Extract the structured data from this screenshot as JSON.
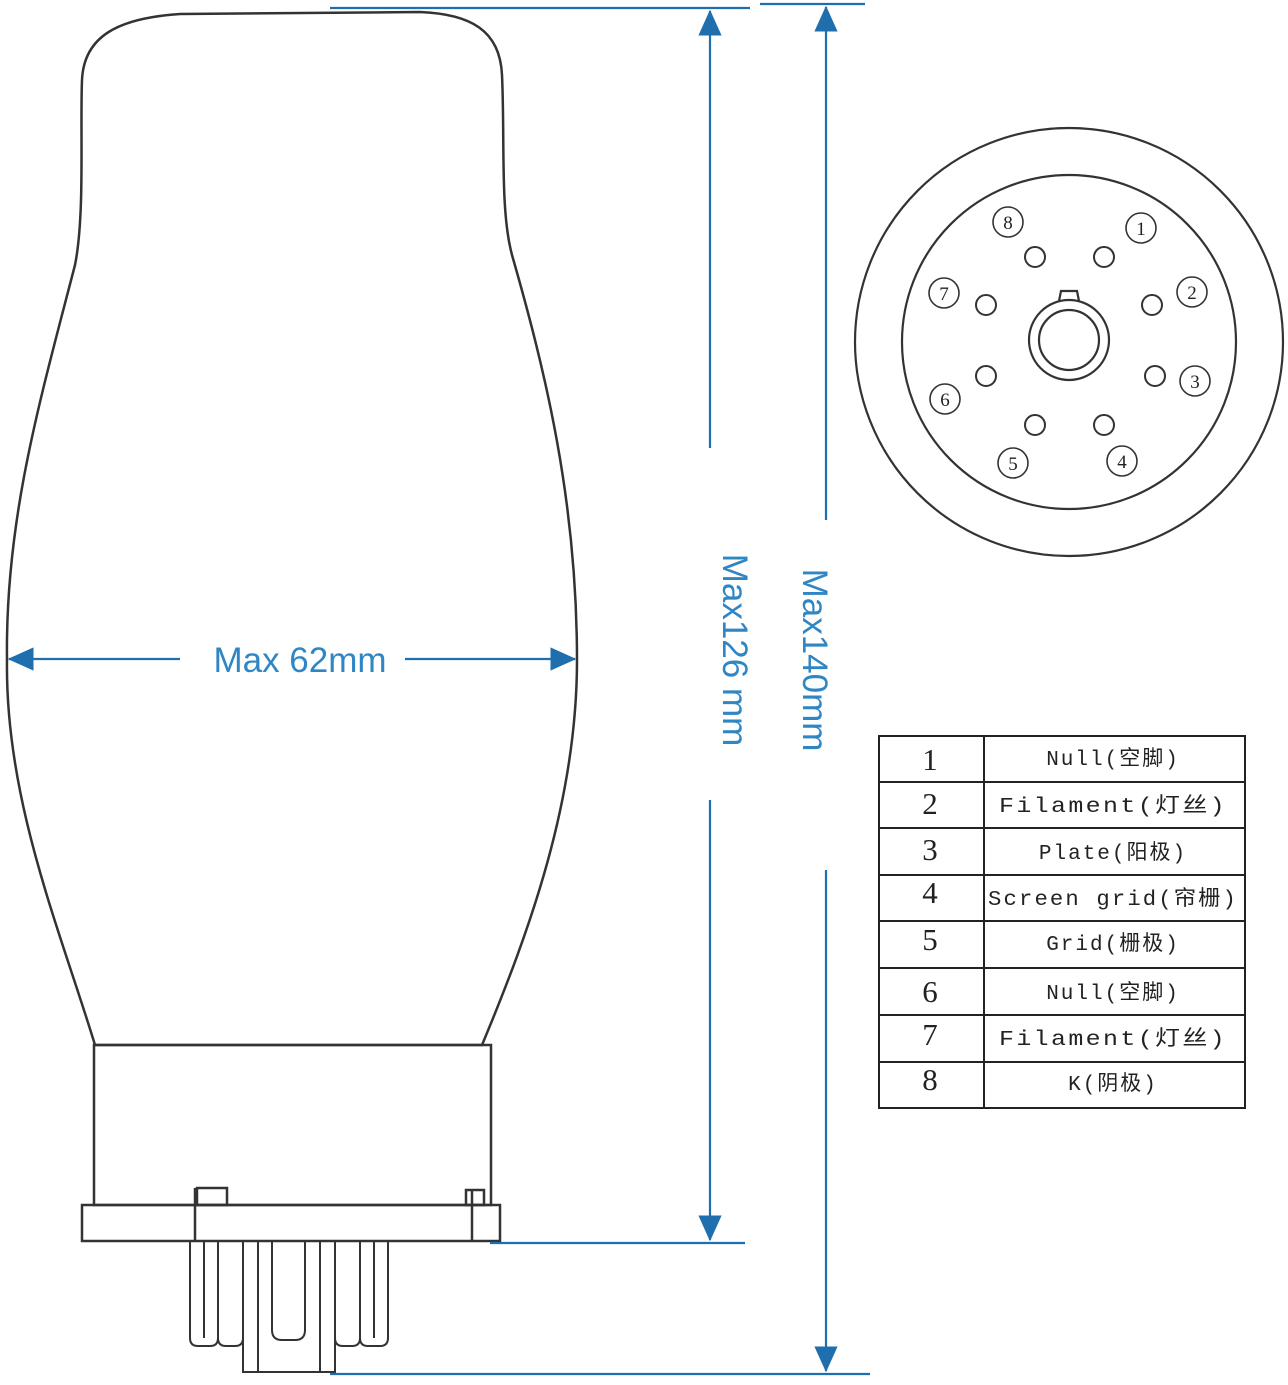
{
  "colors": {
    "dimension": "#2f86c4",
    "outline": "#333333",
    "background": "#ffffff"
  },
  "dimensions": {
    "width_label": "Max 62mm",
    "seated_height_label": "Max126 mm",
    "overall_height_label": "Max140mm"
  },
  "socket": {
    "pins": [
      {
        "number": "1",
        "glyph": "①"
      },
      {
        "number": "2",
        "glyph": "②"
      },
      {
        "number": "3",
        "glyph": "③"
      },
      {
        "number": "4",
        "glyph": "④"
      },
      {
        "number": "5",
        "glyph": "⑤"
      },
      {
        "number": "6",
        "glyph": "⑥"
      },
      {
        "number": "7",
        "glyph": "⑦"
      },
      {
        "number": "8",
        "glyph": "⑧"
      }
    ]
  },
  "pinout_table": {
    "rows": [
      {
        "pin": "1",
        "function": "Null(空脚)"
      },
      {
        "pin": "2",
        "function": "Filament(灯丝)"
      },
      {
        "pin": "3",
        "function": "Plate(阳极)"
      },
      {
        "pin": "4",
        "function": "Screen grid(帘栅)"
      },
      {
        "pin": "5",
        "function": "Grid(栅极)"
      },
      {
        "pin": "6",
        "function": "Null(空脚)"
      },
      {
        "pin": "7",
        "function": "Filament(灯丝)"
      },
      {
        "pin": "8",
        "function": "K(阴极)"
      }
    ]
  }
}
